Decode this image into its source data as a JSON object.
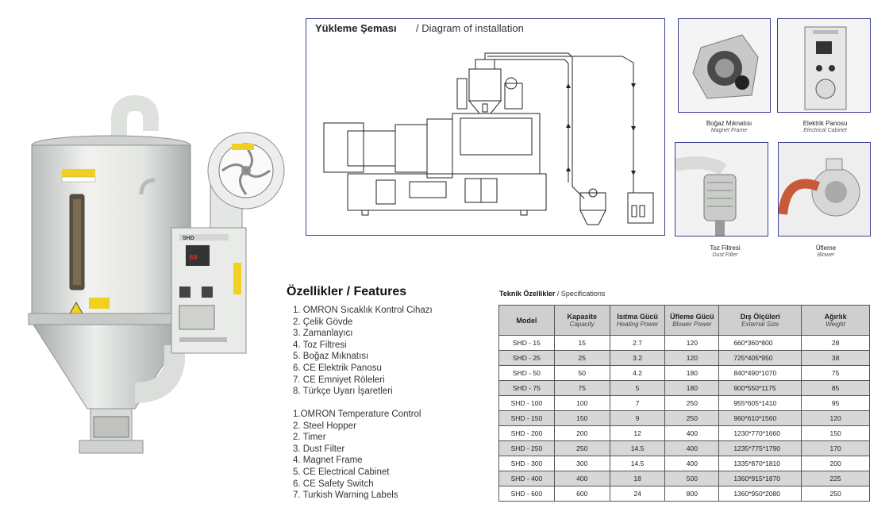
{
  "diagram": {
    "title": "Yükleme Şeması",
    "subtitle": "/ Diagram of installation"
  },
  "thumbnails": [
    {
      "name": "Boğaz Mıknatısı",
      "name_en": "Magnet Frame"
    },
    {
      "name": "Elektrik Panosu",
      "name_en": "Electrical Cabinet"
    },
    {
      "name": "Toz Filtresi",
      "name_en": "Dust Filter"
    },
    {
      "name": "Üfleme",
      "name_en": "Blower"
    }
  ],
  "features": {
    "title": "Özellikler / Features",
    "tr": [
      "1. OMRON Sıcaklık Kontrol Cihazı",
      "2. Çelik Gövde",
      "3. Zamanlayıcı",
      "4. Toz Filtresi",
      "5. Boğaz Mıknatısı",
      "6. CE Elektrik Panosu",
      "7. CE Emniyet Röleleri",
      "8. Türkçe Uyarı İşaretleri"
    ],
    "en": [
      "1.OMRON Temperature Control",
      "2. Steel Hopper",
      "2. Timer",
      "3. Dust Filter",
      "4. Magnet Frame",
      "5. CE Electrical Cabinet",
      "6. CE Safety Switch",
      "7. Turkish Warning Labels"
    ]
  },
  "specs": {
    "heading_bold": "Teknik Özellikler",
    "heading_rest": " / Specifications",
    "columns": [
      {
        "title": "Model",
        "sub": ""
      },
      {
        "title": "Kapasite",
        "sub": "Capacity"
      },
      {
        "title": "Isıtma Gücü",
        "sub": "Heating Power"
      },
      {
        "title": "Üfleme Gücü",
        "sub": "Blower Power"
      },
      {
        "title": "Dış Ölçüleri",
        "sub": "External Size"
      },
      {
        "title": "Ağırlık",
        "sub": "Weight"
      }
    ],
    "rows": [
      [
        "SHD - 15",
        "15",
        "2.7",
        "120",
        "660*360*800",
        "28"
      ],
      [
        "SHD - 25",
        "25",
        "3.2",
        "120",
        "725*405*950",
        "38"
      ],
      [
        "SHD - 50",
        "50",
        "4.2",
        "180",
        "840*490*1070",
        "75"
      ],
      [
        "SHD - 75",
        "75",
        "5",
        "180",
        "900*550*1175",
        "85"
      ],
      [
        "SHD - 100",
        "100",
        "7",
        "250",
        "955*605*1410",
        "95"
      ],
      [
        "SHD - 150",
        "150",
        "9",
        "250",
        "960*610*1560",
        "120"
      ],
      [
        "SHD - 200",
        "200",
        "12",
        "400",
        "1230*770*1660",
        "150"
      ],
      [
        "SHD - 250",
        "250",
        "14.5",
        "400",
        "1235*775*1790",
        "170"
      ],
      [
        "SHD - 300",
        "300",
        "14.5",
        "400",
        "1335*870*1810",
        "200"
      ],
      [
        "SHD - 400",
        "400",
        "18",
        "500",
        "1360*915*1870",
        "225"
      ],
      [
        "SHD - 600",
        "600",
        "24",
        "800",
        "1360*950*2080",
        "250"
      ]
    ]
  },
  "product": {
    "brand_label": "SHD",
    "display_value": "88"
  }
}
